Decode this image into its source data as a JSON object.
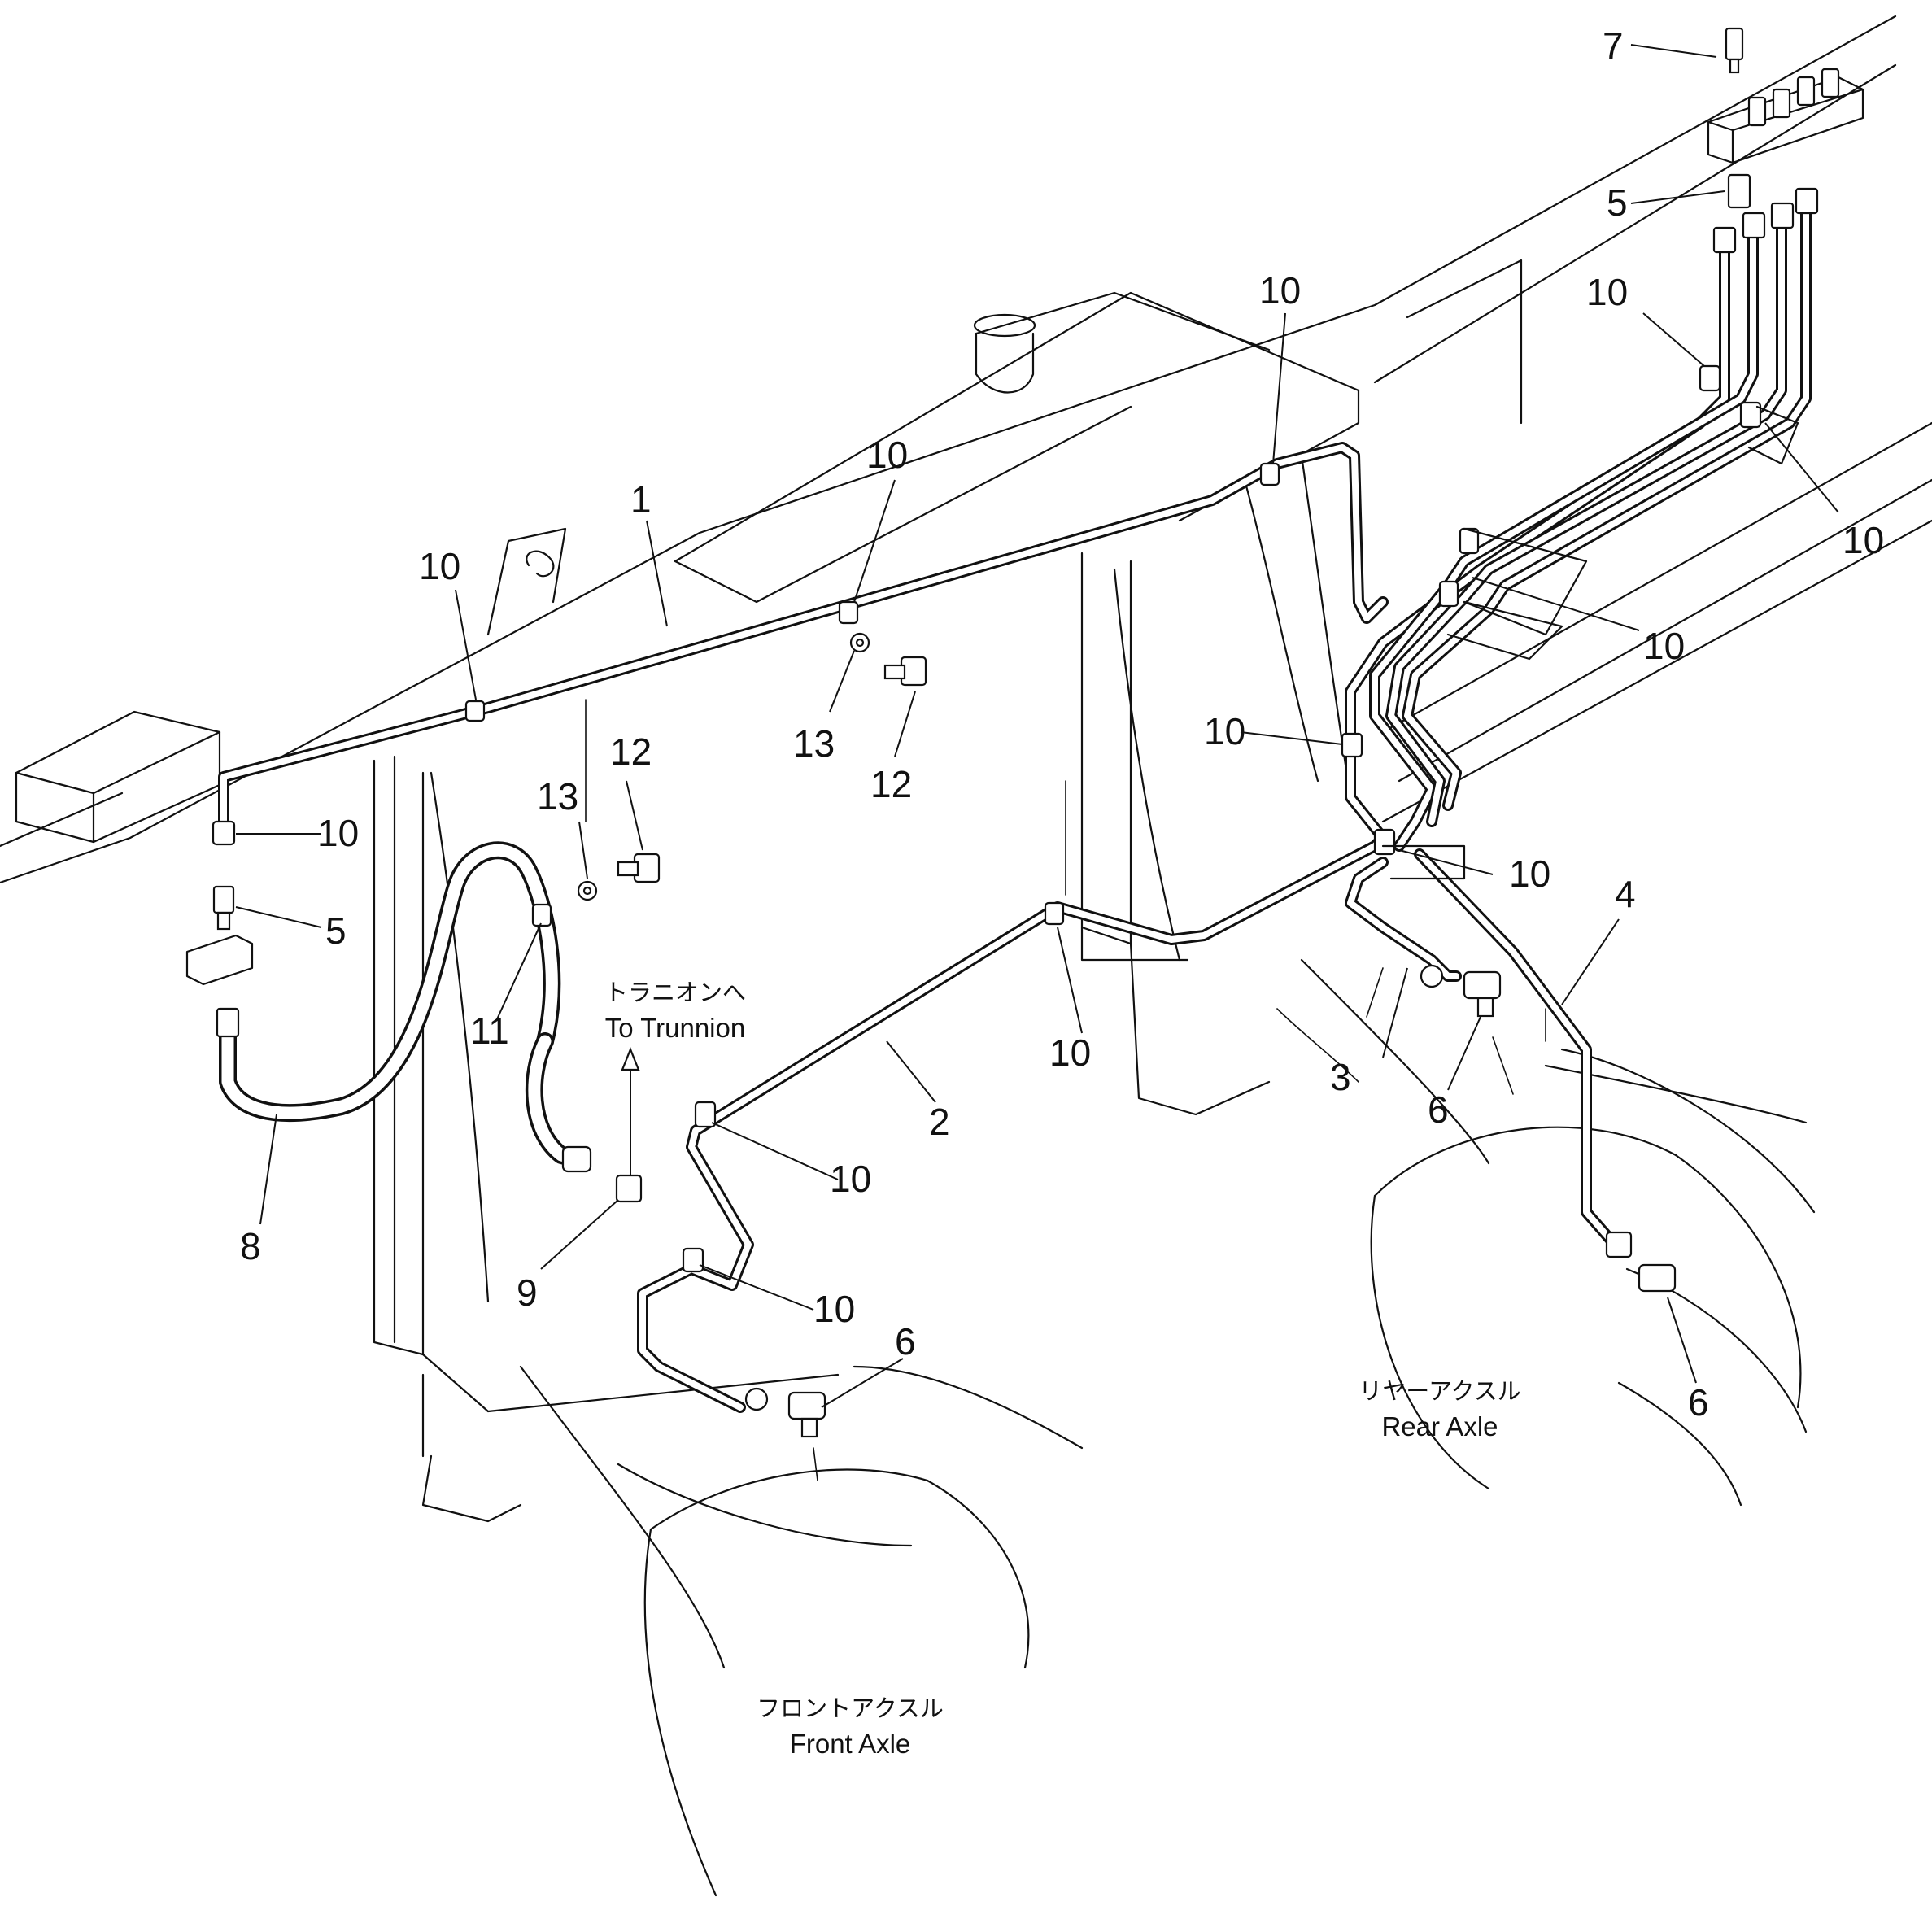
{
  "callouts": {
    "c1": "1",
    "c2": "2",
    "c3": "3",
    "c4": "4",
    "c5a": "5",
    "c5b": "5",
    "c6a": "6",
    "c6b": "6",
    "c6c": "6",
    "c7": "7",
    "c8": "8",
    "c9": "9",
    "c10a": "10",
    "c10b": "10",
    "c10c": "10",
    "c10d": "10",
    "c10e": "10",
    "c10f": "10",
    "c10g": "10",
    "c10h": "10",
    "c10i": "10",
    "c10j": "10",
    "c10k": "10",
    "c10l": "10",
    "c11": "11",
    "c12a": "12",
    "c12b": "12",
    "c13a": "13",
    "c13b": "13"
  },
  "notes": {
    "trunnion_jp": "トラニオンへ",
    "trunnion_en": "To Trunnion",
    "rear_axle_jp": "リヤーアクスル",
    "rear_axle_en": "Rear Axle",
    "front_axle_jp": "フロントアクスル",
    "front_axle_en": "Front Axle"
  }
}
